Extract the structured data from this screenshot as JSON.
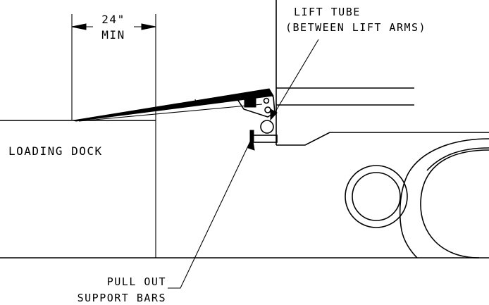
{
  "dimension": {
    "value": "24\"",
    "qualifier": "MIN"
  },
  "labels": {
    "loading_dock": "LOADING DOCK",
    "lift_tube_line1": "LIFT TUBE",
    "lift_tube_line2": "(BETWEEN LIFT ARMS)",
    "support_bars_line1": "PULL OUT",
    "support_bars_line2": "SUPPORT BARS"
  },
  "colors": {
    "ink": "#000000",
    "background": "#ffffff"
  }
}
